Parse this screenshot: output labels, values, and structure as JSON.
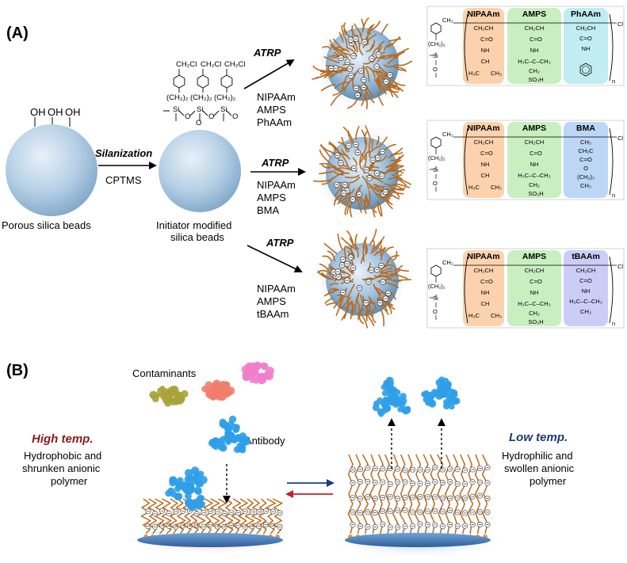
{
  "panel_a": {
    "label": "(A)",
    "hydroxyl": [
      "OH",
      "OH",
      "OH"
    ],
    "bead1_label": "Porous silica beads",
    "silanization_label": "Silanization",
    "cptms_label": "CPTMS",
    "initiator": {
      "ch2cl": [
        "CH₂Cl",
        "CH₂Cl",
        "CH₂Cl"
      ],
      "spacer": [
        "(CH₂)₂",
        "(CH₂)₂",
        "(CH₂)₂"
      ],
      "si": [
        "Si",
        "Si",
        "Si"
      ],
      "o": [
        "O",
        "O",
        "O",
        "O"
      ]
    },
    "bead2_label_line1": "Initiator modified",
    "bead2_label_line2": "silica beads",
    "routes": [
      {
        "method": "ATRP",
        "monomers": [
          "NIPAAm",
          "AMPS",
          "PhAAm"
        ]
      },
      {
        "method": "ATRP",
        "monomers": [
          "NIPAAm",
          "AMPS",
          "BMA"
        ]
      },
      {
        "method": "ATRP",
        "monomers": [
          "NIPAAm",
          "AMPS",
          "tBAAm"
        ]
      }
    ],
    "structures": [
      {
        "headers": [
          "NIPAAm",
          "AMPS",
          "PhAAm"
        ],
        "colors": [
          "#fbd2ad",
          "#c9efc0",
          "#c0ecf2"
        ],
        "third": [
          "CH₂CH",
          "C=O",
          "NH"
        ],
        "end": "Cl",
        "n": "n"
      },
      {
        "headers": [
          "NIPAAm",
          "AMPS",
          "BMA"
        ],
        "colors": [
          "#fbd2ad",
          "#c9efc0",
          "#bcd6f6"
        ],
        "third": [
          "CH₃",
          "CH₂C",
          "C=O",
          "O",
          "(CH₂)₃",
          "CH₃"
        ],
        "end": "Cl",
        "n": "n"
      },
      {
        "headers": [
          "NIPAAm",
          "AMPS",
          "tBAAm"
        ],
        "colors": [
          "#fbd2ad",
          "#c9efc0",
          "#cccdf6"
        ],
        "third": [
          "CH₂CH",
          "C=O",
          "NH",
          "H₃C–C–CH₃",
          "CH₃"
        ],
        "end": "Cl",
        "n": "n"
      }
    ],
    "nipaam_unit": [
      "CH₂CH",
      "C=O",
      "NH",
      "CH",
      "H₃C",
      "CH₃"
    ],
    "amps_unit": [
      "CH₂CH",
      "C=O",
      "NH",
      "H₃C–C–CH₃",
      "CH₂",
      "SO₃H"
    ],
    "anchor": {
      "ch2": "CH₂",
      "spacer": "(CH₂)₂",
      "si": "Si",
      "o": "O"
    }
  },
  "panel_b": {
    "label": "(B)",
    "contaminants_label": "Contaminants",
    "antibody_label": "Antibody",
    "high_temp": {
      "title": "High temp.",
      "lines": [
        "Hydrophobic and",
        "shrunken anionic",
        "polymer"
      ],
      "color": "#8b1a1a"
    },
    "low_temp": {
      "title": "Low temp.",
      "lines": [
        "Hydrophilic and",
        "swollen anionic",
        "polymer"
      ],
      "color": "#1f3a70"
    },
    "arrow_colors": {
      "forward": "#1f3a8a",
      "back": "#c0202a"
    }
  },
  "colors": {
    "brush": "#b96a1c",
    "bead": "#9cc0dc",
    "antibody": "#2f9ee8",
    "contaminant_1": "#a9a33b",
    "contaminant_2": "#ef7d6d",
    "contaminant_3": "#f07ecb"
  }
}
